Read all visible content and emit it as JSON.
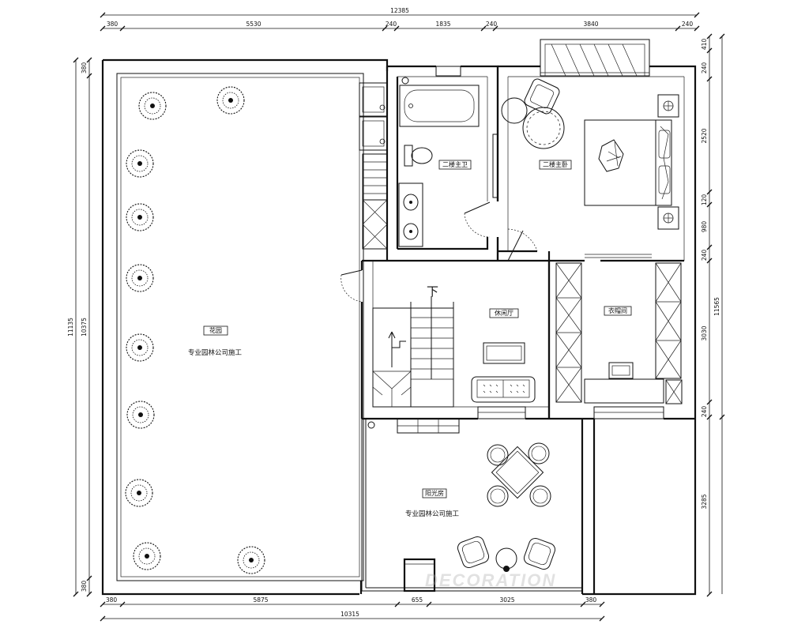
{
  "plan": {
    "dims": {
      "top_total": "12385",
      "top": [
        "380",
        "5530",
        "240",
        "1835",
        "240",
        "3840",
        "240"
      ],
      "right_outer": "11565",
      "right": [
        "410",
        "240",
        "2520",
        "120",
        "980",
        "240",
        "3030",
        "240",
        "3285"
      ],
      "left_outer": "11135",
      "left_inner": "10375",
      "left": [
        "380",
        "380"
      ],
      "bottom": [
        "380",
        "5875",
        "655",
        "3025",
        "380"
      ],
      "bottom_total": "10315"
    },
    "rooms": {
      "garden": "花园",
      "garden_note": "专业园林公司施工",
      "bath": "二楼主卫",
      "master": "二楼主卧",
      "lounge": "休闲厅",
      "closet": "衣帽间",
      "sunroom": "阳光房",
      "sunroom_note": "专业园林公司施工"
    },
    "stair_label": "下",
    "watermark": "DECORATION"
  }
}
